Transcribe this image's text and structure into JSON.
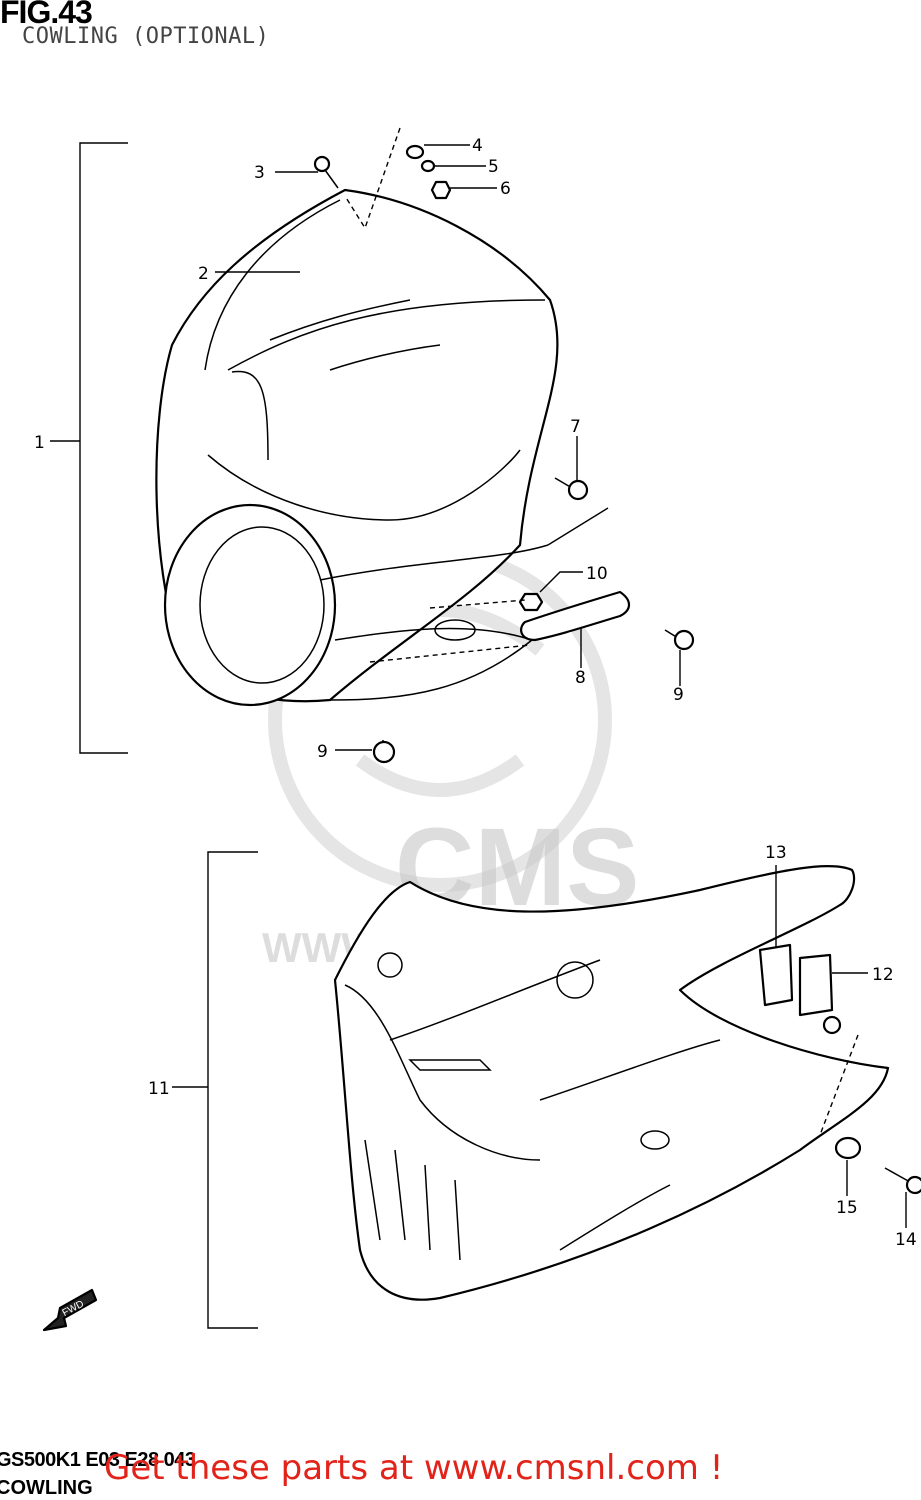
{
  "header": {
    "figure": "FIG.43",
    "subtitle": "COWLING (OPTIONAL)"
  },
  "callouts": [
    {
      "id": "1",
      "label": "1"
    },
    {
      "id": "2",
      "label": "2"
    },
    {
      "id": "3",
      "label": "3"
    },
    {
      "id": "4",
      "label": "4"
    },
    {
      "id": "5",
      "label": "5"
    },
    {
      "id": "6",
      "label": "6"
    },
    {
      "id": "7",
      "label": "7"
    },
    {
      "id": "8",
      "label": "8"
    },
    {
      "id": "9a",
      "label": "9"
    },
    {
      "id": "9b",
      "label": "9"
    },
    {
      "id": "10",
      "label": "10"
    },
    {
      "id": "11",
      "label": "11"
    },
    {
      "id": "12",
      "label": "12"
    },
    {
      "id": "13",
      "label": "13"
    },
    {
      "id": "14",
      "label": "14"
    },
    {
      "id": "15",
      "label": "15"
    }
  ],
  "watermark": {
    "brand": "CMS",
    "site": "WWW.CMSNL.COM"
  },
  "fwd_label": "FWD",
  "footer": {
    "code": "GS500K1 E03 E28  043",
    "name": "COWLING",
    "promo": "Get these parts at www.cmsnl.com !"
  },
  "colors": {
    "promo": "#e2231a",
    "watermark": "#c8c8c8"
  }
}
